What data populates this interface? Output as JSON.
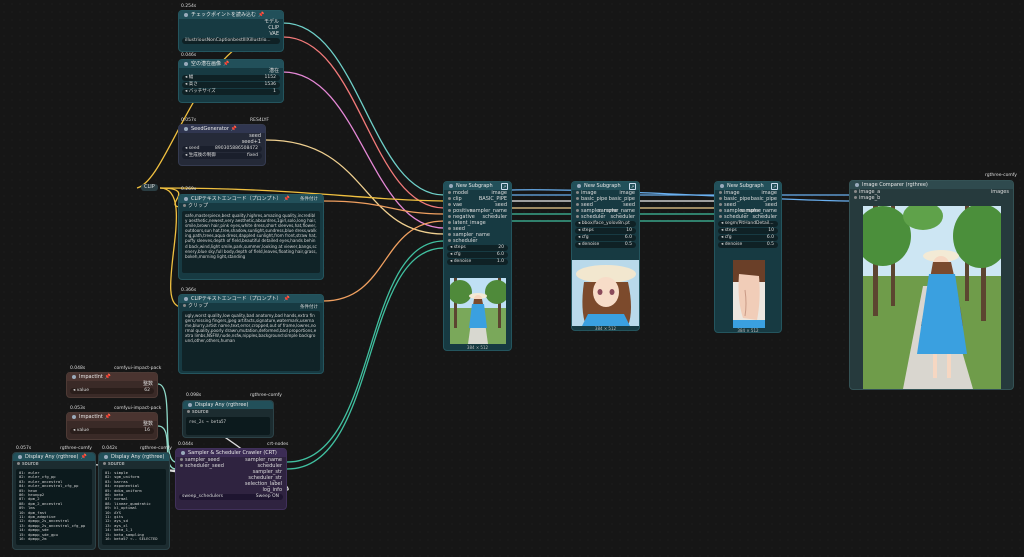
{
  "nodes": {
    "checkpoint": {
      "time": "0.254s",
      "title": "チェックポイントを読み込む",
      "out_model": "モデル",
      "out_clip": "CLIP",
      "out_vae": "VAE",
      "ckpt": "illustriousNonCaptionbestIllXillustrio..."
    },
    "empty_image": {
      "time": "0.046s",
      "title": "空の潜在画像",
      "w_label": "幅",
      "w_val": "1152",
      "h_label": "高さ",
      "h_val": "1536",
      "b_label": "バッチサイズ",
      "b_val": "1",
      "out_label": "潜在"
    },
    "seed_gen": {
      "time": "0.057s",
      "title": "SeedGenerator",
      "badge": "RES4LYF",
      "out_seed": "seed",
      "out_seed1": "seed+1",
      "seed_label": "seed",
      "seed_val": "890305886508472",
      "ctrl_label": "生成後の制御",
      "ctrl_val": "fixed"
    },
    "reroute": {
      "label": "CLIP"
    },
    "clip_pos": {
      "time": "0.269s",
      "title": "CLIPテキストエンコード（プロンプト）",
      "in_clip": "クリップ",
      "out": "条件付け",
      "text": "safe,masterpiece,best quality,highres,amazing quality,incredibly aesthetic,newest,very aesthetic,absurdres,1girl,solo,long hair,smile,brown hair,pink eyes,white dress,short sleeves,hat,flower,outdoors,sun hat,tree,shadow,sunlight,sundress,blue dress,walking,path,trees,aqua dress,dappled sunlight,from front,straw hat,puffy sleeves,depth of field,beautiful detailed eyes,hands behind back,wind,light smile,park,summer,looking at viewer,bangs,scenery,blue sky,full body,depth of field,leaves,floating hair,grass,bokeh,morning light,standing"
    },
    "clip_neg": {
      "time": "0.366s",
      "title": "CLIPテキストエンコード（プロンプト）",
      "in_clip": "クリップ",
      "out": "条件付け",
      "text": "ugly,worst quality,low quality,bad anatomy,bad hands,extra fingers,missing fingers,jpeg artifacts,signature,watermark,username,blurry,artist name,text,error,cropped,out of frame,lowres,normal quality,poorly drawn,mutation,deformed,bad proportions,extra limbs,NSFW,nude,nsfw,nipples,background:simple background,other,others,human"
    },
    "impact_a": {
      "time": "0.048s",
      "badge": "comfyui-impact-pack",
      "title": "ImpactInt",
      "out": "整数",
      "w_label": "value",
      "w_val": "62"
    },
    "impact_b": {
      "time": "0.053s",
      "badge": "comfyui-impact-pack",
      "title": "ImpactInt",
      "out": "整数",
      "w_label": "value",
      "w_val": "16"
    },
    "display_any_mid": {
      "time": "0.098s",
      "badge": "rgthree-comfy",
      "title": "Display Any (rgthree)",
      "in": "source",
      "text": "res_2s → beta57"
    },
    "sampler_crawler": {
      "time": "0.044s",
      "badge": "crt-nodes",
      "title": "Sampler & Scheduler Crawler (CRT)",
      "in_seed": "sampler_seed",
      "in_sched": "scheduler_seed",
      "outs": [
        "sampler_name",
        "scheduler",
        "sampler_str",
        "scheduler_str",
        "selection_label",
        "log_info"
      ],
      "w_label": "sweep_schedulers",
      "w_val": "Sweep ON"
    },
    "display_a": {
      "time": "0.057s",
      "badge": "rgthree-comfy",
      "title": "Display Any (rgthree)",
      "in": "source",
      "lines": [
        "01: euler",
        "02: euler_cfg_pp",
        "03: euler_ancestral",
        "04: euler_ancestral_cfg_pp",
        "05: heun",
        "06: heunpp2",
        "07: dpm_2",
        "08: dpm_2_ancestral",
        "09: lms",
        "10: dpm_fast",
        "11: dpm_adaptive",
        "12: dpmpp_2s_ancestral",
        "13: dpmpp_2s_ancestral_cfg_pp",
        "14: dpmpp_sde",
        "15: dpmpp_sde_gpu",
        "16: dpmpp_2m"
      ]
    },
    "display_b": {
      "time": "0.042s",
      "badge": "rgthree-comfy",
      "title": "Display Any (rgthree)",
      "in": "source",
      "lines": [
        "01: simple",
        "02: sgm_uniform",
        "03: karras",
        "04: exponential",
        "05: ddim_uniform",
        "06: beta",
        "07: normal",
        "08: linear_quadratic",
        "09: kl_optimal",
        "10: AYS",
        "11: gits",
        "12: ays_sd",
        "13: ays_xl",
        "14: beta_1_1",
        "15: beta_sampling",
        "16: beta57 <-- SELECTED"
      ]
    },
    "subgraph1": {
      "title": "New Subgraph",
      "inputs": [
        "model",
        "clip",
        "vae",
        "positive",
        "negative",
        "latent_image",
        "seed",
        "sampler_name",
        "scheduler"
      ],
      "outputs": [
        "image",
        "BASIC_PIPE",
        "seed",
        "sampler_name",
        "scheduler"
      ],
      "w_steps": "steps",
      "v_steps": "20",
      "w_cfg": "cfg",
      "v_cfg": "6.0",
      "w_den": "denoise",
      "v_den": "1.0",
      "dims": "384 × 512"
    },
    "subgraph2": {
      "title": "New Subgraph",
      "inputs": [
        "image",
        "basic_pipe",
        "seed",
        "sampler_name",
        "scheduler"
      ],
      "outputs": [
        "image",
        "basic_pipe",
        "seed",
        "sampler_name",
        "scheduler"
      ],
      "model": "bbox/face_yolov8n.pt",
      "w_steps": "steps",
      "v_steps": "10",
      "w_cfg": "cfg",
      "v_cfg": "6.0",
      "w_den": "denoise",
      "v_den": "0.5",
      "dims": "384 × 512"
    },
    "subgraph3": {
      "title": "New Subgraph",
      "inputs": [
        "image",
        "basic_pipe",
        "seed",
        "sampler_name",
        "scheduler"
      ],
      "outputs": [
        "image",
        "basic_pipe",
        "seed",
        "sampler_name",
        "scheduler"
      ],
      "model": "segm/PitHandDetail...",
      "w_steps": "steps",
      "v_steps": "10",
      "w_cfg": "cfg",
      "v_cfg": "6.0",
      "w_den": "denoise",
      "v_den": "0.5",
      "dims": "384 × 512"
    },
    "comparer": {
      "badge": "rgthree-comfy",
      "title": "Image Comparer (rgthree)",
      "in_a": "image_a",
      "in_b": "image_b",
      "out": "images"
    }
  },
  "colors": {
    "wire_model": "#6fd0c9",
    "wire_clip": "#f0c040",
    "wire_vae": "#f27a7a",
    "wire_latent": "#e588d6",
    "wire_seed": "#f0d090",
    "wire_image": "#6ab0f0",
    "wire_pipe": "#f0f0f0",
    "wire_green": "#40c0a0"
  }
}
